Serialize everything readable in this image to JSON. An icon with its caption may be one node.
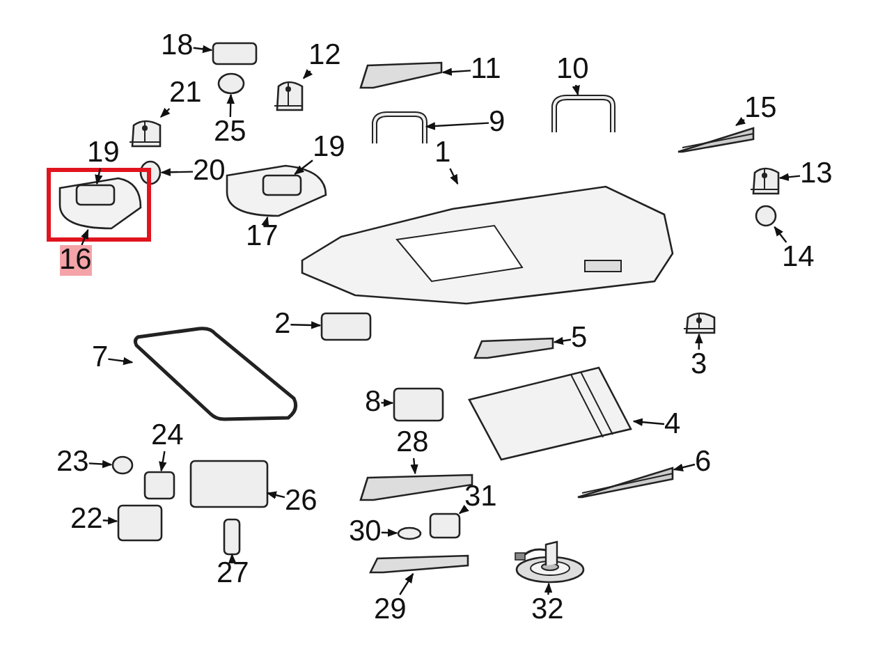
{
  "diagram": {
    "nodes": [
      {
        "text": [
          "1"
        ]
      },
      {
        "text": [],
        "shape": "picture"
      },
      {
        "text": [
          "2"
        ]
      },
      {
        "text": [],
        "shape": "box"
      },
      {
        "text": [
          "3"
        ]
      },
      {
        "text": [],
        "shape": "picture"
      },
      {
        "text": [
          "4"
        ]
      },
      {
        "text": [],
        "shape": "picture"
      },
      {
        "text": [
          "5"
        ]
      },
      {
        "text": [],
        "shape": "picture"
      },
      {
        "text": [
          "6"
        ]
      },
      {
        "text": [],
        "shape": "picture"
      },
      {
        "text": [
          "7"
        ]
      },
      {
        "text": [],
        "shape": "picture"
      },
      {
        "text": [
          "8"
        ]
      },
      {
        "text": [],
        "shape": "box"
      },
      {
        "text": [
          "9"
        ]
      },
      {
        "text": [],
        "shape": "picture"
      },
      {
        "text": [
          "10"
        ]
      },
      {
        "text": [],
        "shape": "picture"
      },
      {
        "text": [
          "11"
        ]
      },
      {
        "text": [],
        "shape": "picture"
      },
      {
        "text": [
          "12"
        ]
      },
      {
        "text": [],
        "shape": "picture"
      },
      {
        "text": [
          "13"
        ]
      },
      {
        "text": [],
        "shape": "picture"
      },
      {
        "text": [
          "14"
        ]
      },
      {
        "text": [],
        "shape": "circle"
      },
      {
        "text": [
          "15"
        ]
      },
      {
        "text": [],
        "shape": "picture"
      },
      {
        "text": [
          "16"
        ]
      },
      {
        "text": [],
        "shape": "picture"
      },
      {
        "text": [
          "19"
        ]
      },
      {
        "text": [],
        "shape": "box",
        "in": 31
      },
      {
        "text": [
          "17"
        ]
      },
      {
        "text": [],
        "shape": "picture"
      },
      {
        "text": [
          "19"
        ]
      },
      {
        "text": [],
        "shape": "box",
        "in": 35
      },
      {
        "text": [
          "18"
        ]
      },
      {
        "text": [],
        "shape": "box"
      },
      {
        "text": [
          "20"
        ]
      },
      {
        "text": [],
        "shape": "circle"
      },
      {
        "text": [
          "21"
        ]
      },
      {
        "text": [],
        "shape": "picture"
      },
      {
        "text": [
          "22"
        ]
      },
      {
        "text": [],
        "shape": "box"
      },
      {
        "text": [
          "23"
        ]
      },
      {
        "text": [],
        "shape": "circle"
      },
      {
        "text": [
          "24"
        ]
      },
      {
        "text": [],
        "shape": "box"
      },
      {
        "text": [
          "25"
        ]
      },
      {
        "text": [],
        "shape": "circle"
      },
      {
        "text": [
          "26"
        ]
      },
      {
        "text": [],
        "shape": "box"
      },
      {
        "text": [
          "27"
        ]
      },
      {
        "text": [],
        "shape": "box"
      },
      {
        "text": [
          "28"
        ]
      },
      {
        "text": [],
        "shape": "picture"
      },
      {
        "text": [
          "29"
        ]
      },
      {
        "text": [],
        "shape": "picture"
      },
      {
        "text": [
          "30"
        ]
      },
      {
        "text": [],
        "shape": "circle"
      },
      {
        "text": [
          "31"
        ]
      },
      {
        "text": [],
        "shape": "box"
      },
      {
        "text": [
          "32"
        ]
      },
      {
        "text": [],
        "shape": "picture"
      }
    ],
    "edges": [
      {
        "from": 0,
        "to": 1,
        "arrow": "to"
      },
      {
        "from": 2,
        "to": 3,
        "arrow": "to"
      },
      {
        "from": 4,
        "to": 5,
        "arrow": "to"
      },
      {
        "from": 6,
        "to": 7,
        "arrow": "to"
      },
      {
        "from": 8,
        "to": 9,
        "arrow": "to"
      },
      {
        "from": 10,
        "to": 11,
        "arrow": "to"
      },
      {
        "from": 12,
        "to": 13,
        "arrow": "to"
      },
      {
        "from": 14,
        "to": 15,
        "arrow": "to"
      },
      {
        "from": 16,
        "to": 17,
        "arrow": "to"
      },
      {
        "from": 18,
        "to": 19,
        "arrow": "to"
      },
      {
        "from": 20,
        "to": 21,
        "arrow": "to"
      },
      {
        "from": 22,
        "to": 23,
        "arrow": "to"
      },
      {
        "from": 24,
        "to": 25,
        "arrow": "to"
      },
      {
        "from": 26,
        "to": 27,
        "arrow": "to"
      },
      {
        "from": 28,
        "to": 29,
        "arrow": "to"
      },
      {
        "from": 30,
        "to": 31,
        "arrow": "to"
      },
      {
        "from": 32,
        "to": 33,
        "arrow": "to"
      },
      {
        "from": 34,
        "to": 35,
        "arrow": "to"
      },
      {
        "from": 36,
        "to": 37,
        "arrow": "to"
      },
      {
        "from": 38,
        "to": 39,
        "arrow": "to"
      },
      {
        "from": 40,
        "to": 41,
        "arrow": "to"
      },
      {
        "from": 42,
        "to": 43,
        "arrow": "to"
      },
      {
        "from": 44,
        "to": 45,
        "arrow": "to"
      },
      {
        "from": 46,
        "to": 47,
        "arrow": "to"
      },
      {
        "from": 48,
        "to": 49,
        "arrow": "to"
      },
      {
        "from": 50,
        "to": 51,
        "arrow": "to"
      },
      {
        "from": 52,
        "to": 53,
        "arrow": "to"
      },
      {
        "from": 54,
        "to": 55,
        "arrow": "to"
      },
      {
        "from": 56,
        "to": 57,
        "arrow": "to"
      },
      {
        "from": 58,
        "to": 59,
        "arrow": "to"
      },
      {
        "from": 60,
        "to": 61,
        "arrow": "to"
      },
      {
        "from": 62,
        "to": 63,
        "arrow": "to"
      },
      {
        "from": 64,
        "to": 65,
        "arrow": "to"
      }
    ]
  }
}
